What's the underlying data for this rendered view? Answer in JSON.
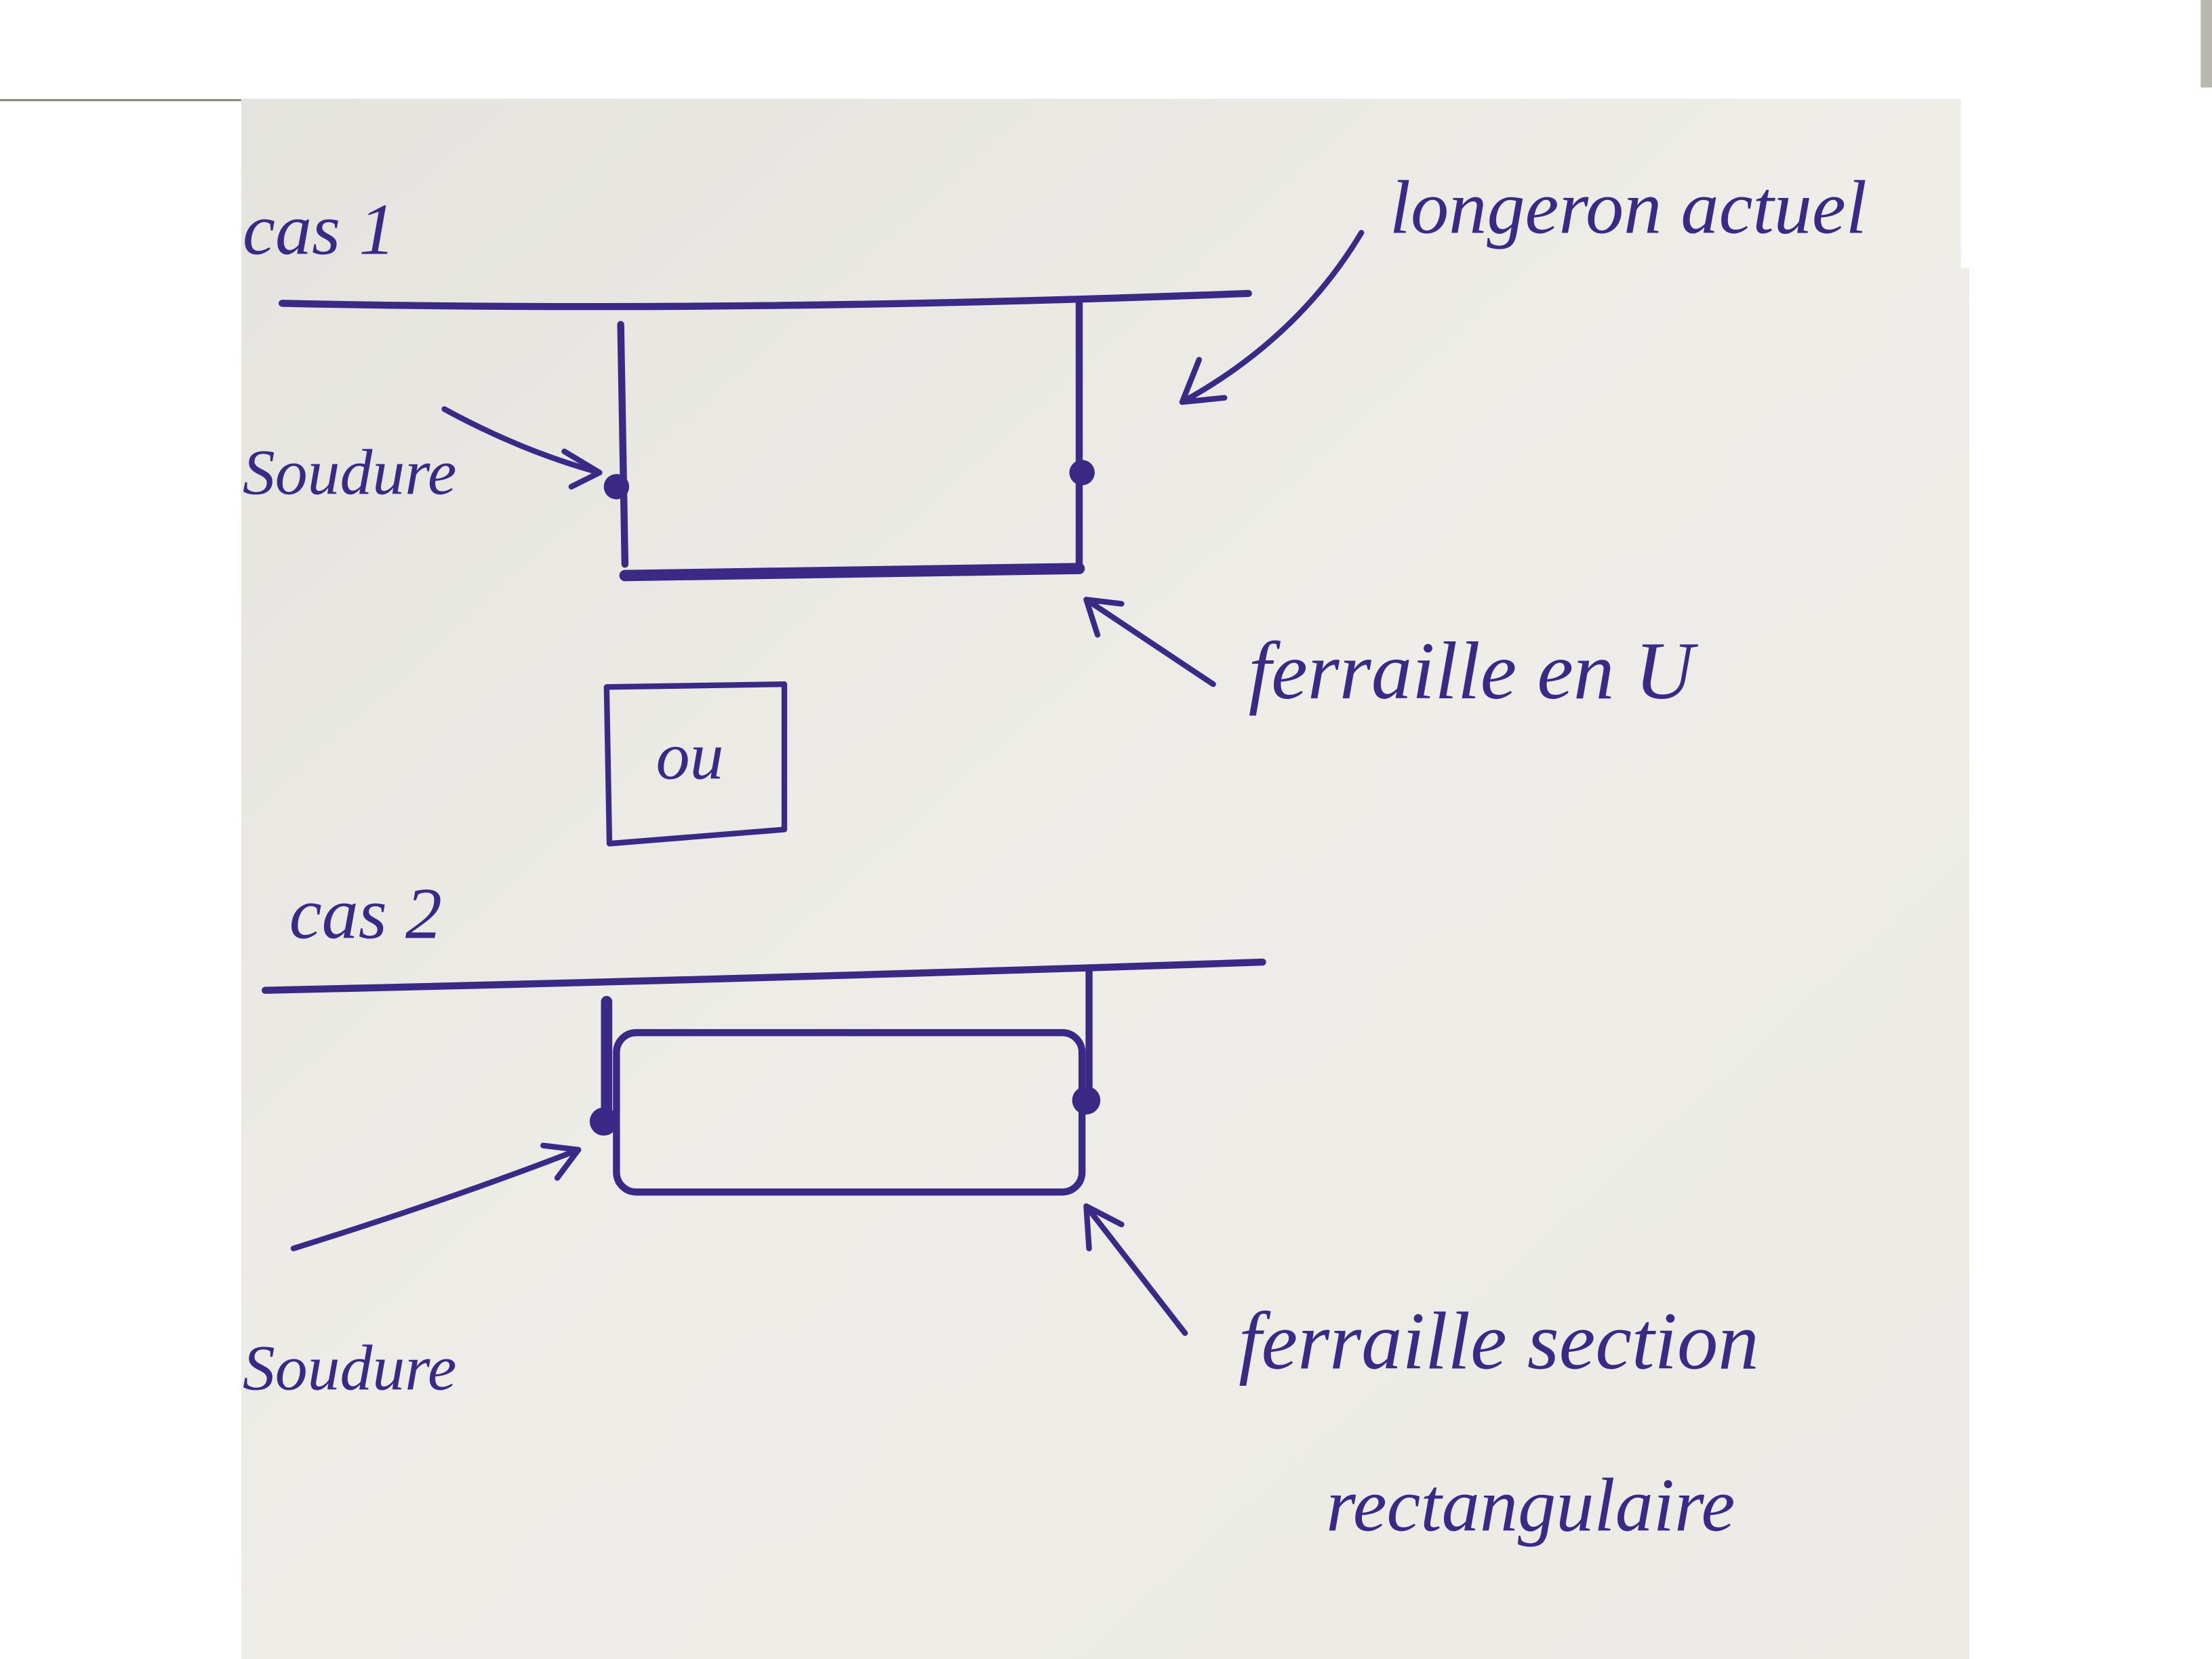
{
  "colors": {
    "ink": "#3a2a86",
    "paper": "#ecebe6",
    "background": "#ffffff"
  },
  "case1": {
    "label": "cas 1",
    "beam_label": "longeron actuel",
    "weld_label": "Soudure",
    "part_label": "ferraille en U"
  },
  "separator": {
    "label": "ou"
  },
  "case2": {
    "label": "cas 2",
    "weld_label": "Soudure",
    "part_label_line1": "ferraille section",
    "part_label_line2": "rectangulaire"
  }
}
